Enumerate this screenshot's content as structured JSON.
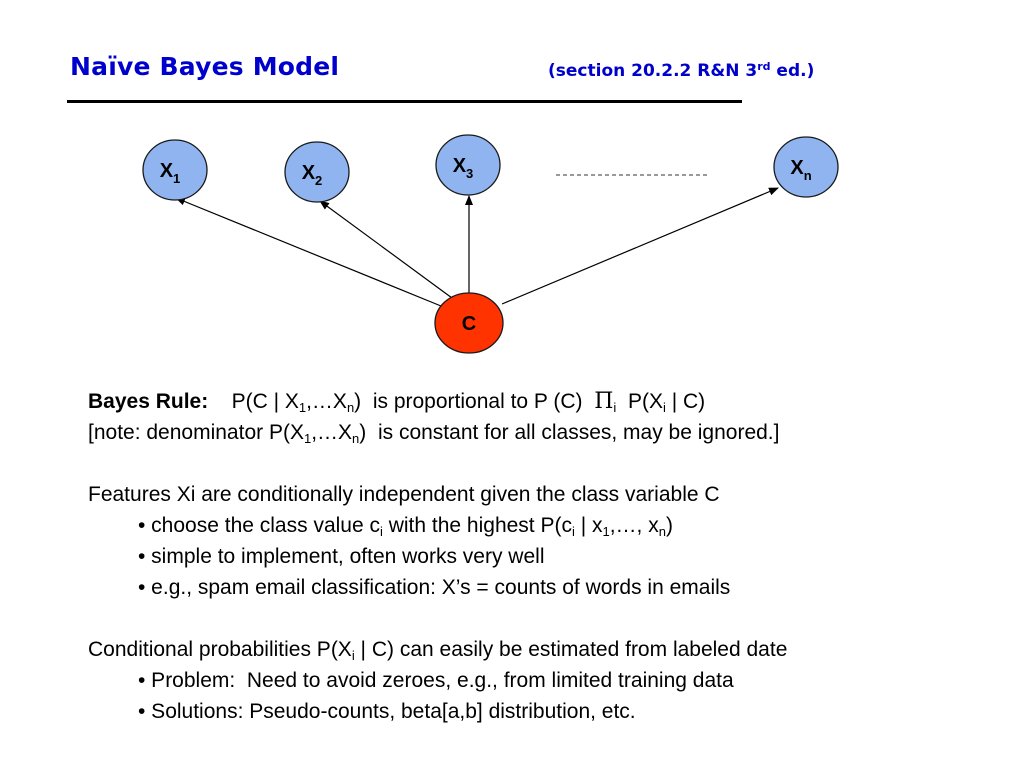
{
  "slide": {
    "title": "Naïve Bayes Model",
    "subtitle": {
      "prefix": "(section 20.2.2 R&N 3",
      "sup": "rd",
      "suffix": " ed.)"
    }
  },
  "diagram": {
    "nodes": [
      {
        "id": "x1",
        "label": "X",
        "sub": "1",
        "color": "#8fb4f0"
      },
      {
        "id": "x2",
        "label": "X",
        "sub": "2",
        "color": "#8fb4f0"
      },
      {
        "id": "x3",
        "label": "X",
        "sub": "3",
        "color": "#8fb4f0"
      },
      {
        "id": "xn",
        "label": "X",
        "sub": "n",
        "color": "#8fb4f0"
      },
      {
        "id": "c",
        "label": "C",
        "sub": "",
        "color": "#ff3300"
      }
    ],
    "edges": [
      {
        "from": "c",
        "to": "x1"
      },
      {
        "from": "c",
        "to": "x2"
      },
      {
        "from": "c",
        "to": "x3"
      },
      {
        "from": "c",
        "to": "xn"
      }
    ]
  },
  "body": {
    "bayes_label": "Bayes Rule:",
    "bayes_a": "P(C | X",
    "bayes_a_sub1": "1",
    "bayes_a_mid": ",…X",
    "bayes_a_subn": "n",
    "bayes_b": ")  is proportional to P (C)  ",
    "bayes_pi": "Π",
    "bayes_pi_sub": "i",
    "bayes_c": "  P(X",
    "bayes_c_sub": "i",
    "bayes_d": " | C)",
    "note_a": "[note: denominator P(X",
    "note_sub1": "1",
    "note_mid": ",…X",
    "note_subn": "n",
    "note_b": ")  is constant for all classes, may be ignored.]",
    "features_heading": "Features Xi are conditionally independent given the class variable C",
    "f1_a": "• choose the class value c",
    "f1_sub_i": "i",
    "f1_b": " with the highest P(c",
    "f1_sub_i2": "i",
    "f1_c": " | x",
    "f1_sub_1": "1",
    "f1_d": ",…, x",
    "f1_sub_n": "n",
    "f1_e": ")",
    "f2": "• simple to implement, often works very well",
    "f3": "• e.g., spam email classification: X’s = counts of words in emails",
    "cond_a": "Conditional probabilities P(X",
    "cond_sub": "i",
    "cond_b": " | C) can easily be estimated from labeled date",
    "c1": "• Problem:  Need to avoid zeroes, e.g., from limited training data",
    "c2": "• Solutions: Pseudo-counts, beta[a,b] distribution, etc."
  }
}
